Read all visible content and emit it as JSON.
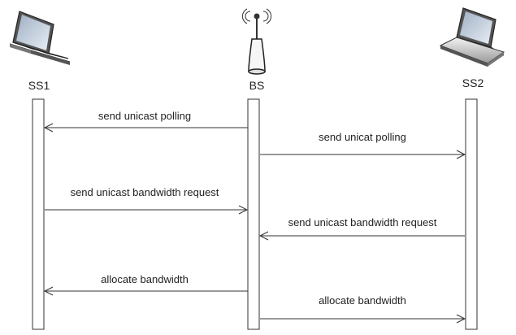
{
  "nodes": [
    {
      "id": "ss1",
      "label": "SS1",
      "icon": "laptop-icon"
    },
    {
      "id": "bs",
      "label": "BS",
      "icon": "antenna-tower-icon"
    },
    {
      "id": "ss2",
      "label": "SS2",
      "icon": "laptop-icon"
    }
  ],
  "messages": [
    {
      "from": "bs",
      "to": "ss1",
      "label": "send unicast polling"
    },
    {
      "from": "bs",
      "to": "ss2",
      "label": "send unicat polling"
    },
    {
      "from": "ss1",
      "to": "bs",
      "label": "send unicast bandwidth request"
    },
    {
      "from": "ss2",
      "to": "bs",
      "label": "send unicast bandwidth request"
    },
    {
      "from": "bs",
      "to": "ss1",
      "label": "allocate bandwidth"
    },
    {
      "from": "bs",
      "to": "ss2",
      "label": "allocate bandwidth"
    }
  ]
}
